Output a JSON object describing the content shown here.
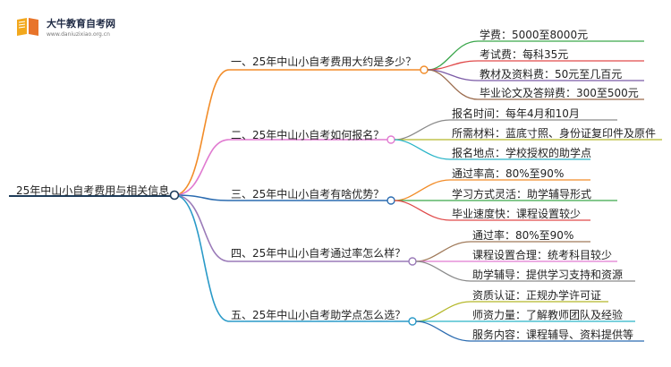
{
  "logo": {
    "title": "大牛教育自考网",
    "url": "www.daniuzixiao.org.cn"
  },
  "root": {
    "label": "25年中山小自考费用与相关信息",
    "color": "#1e3c5a"
  },
  "branches": [
    {
      "label": "一、25年中山小自考费用大约是多少？",
      "color": "#f28c28",
      "icon": "circle-node-icon",
      "children": [
        {
          "label": "学费：5000至8000元",
          "color": "#3aa64b"
        },
        {
          "label": "考试费：每科35元",
          "color": "#e04a4a"
        },
        {
          "label": "教材及资料费：50元至几百元",
          "color": "#7b5aa6"
        },
        {
          "label": "毕业论文及答辩费：300至500元",
          "color": "#9a6a4b"
        }
      ]
    },
    {
      "label": "二、25年中山小自考如何报名？",
      "color": "#e07ad0",
      "icon": "circle-node-icon",
      "children": [
        {
          "label": "报名时间：每年4月和10月",
          "color": "#8a8a8a"
        },
        {
          "label": "所需材料：蓝底寸照、身份证复印件及原件",
          "color": "#b5b82a"
        },
        {
          "label": "报名地点：学校授权的助学点",
          "color": "#2ab5c8"
        }
      ]
    },
    {
      "label": "三、25年中山小自考有啥优势？",
      "color": "#2a6bb0",
      "icon": "circle-node-icon",
      "children": [
        {
          "label": "通过率高：80%至90%",
          "color": "#f28c28"
        },
        {
          "label": "学习方式灵活：助学辅导形式",
          "color": "#3aa64b"
        },
        {
          "label": "毕业速度快：课程设置较少",
          "color": "#e04a4a"
        }
      ]
    },
    {
      "label": "四、25年中山小自考通过率怎么样？",
      "color": "#9a7ab8",
      "icon": "circle-node-icon",
      "children": [
        {
          "label": "通过率：80%至90%",
          "color": "#a07a5a"
        },
        {
          "label": "课程设置合理：统考科目较少",
          "color": "#e07ad0"
        },
        {
          "label": "助学辅导：提供学习支持和资源",
          "color": "#8a8a8a"
        }
      ]
    },
    {
      "label": "五、25年中山小自考助学点怎么选？",
      "color": "#2a9ac8",
      "icon": "circle-node-icon",
      "children": [
        {
          "label": "资质认证：正规办学许可证",
          "color": "#b5b82a"
        },
        {
          "label": "师资力量：了解教师团队及经验",
          "color": "#2ab5c8"
        },
        {
          "label": "服务内容：课程辅导、资料提供等",
          "color": "#2a6bb0"
        }
      ]
    }
  ]
}
